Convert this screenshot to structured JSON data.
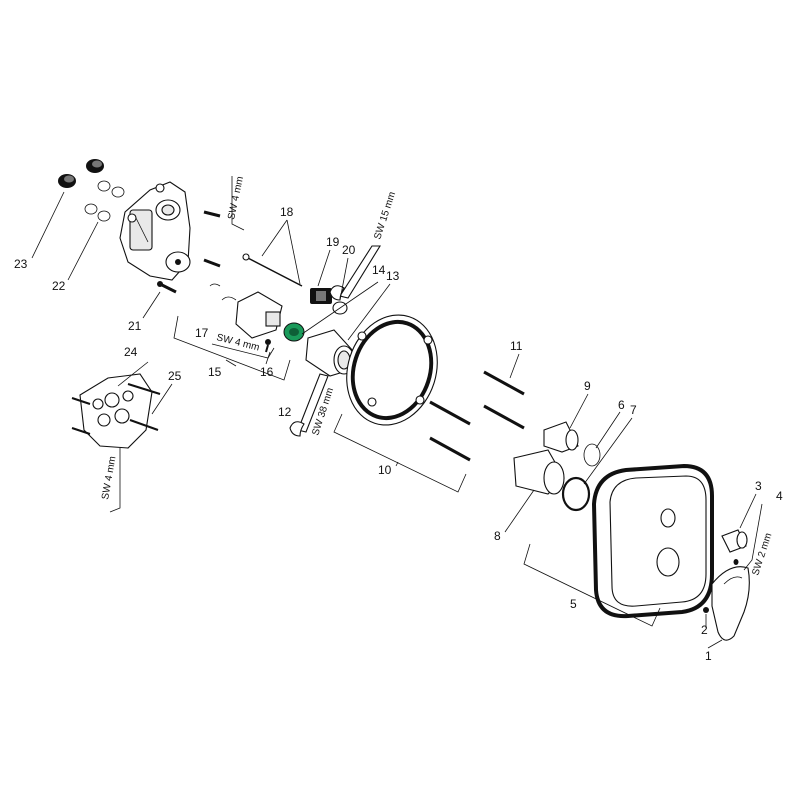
{
  "diagram": {
    "callouts": [
      "1",
      "2",
      "3",
      "4",
      "5",
      "6",
      "7",
      "8",
      "9",
      "10",
      "11",
      "12",
      "13",
      "14",
      "15",
      "16",
      "17",
      "18",
      "19",
      "20",
      "21",
      "22",
      "23",
      "24",
      "25"
    ],
    "tool_labels": {
      "sw4_top": "SW 4 mm",
      "sw15": "SW 15 mm",
      "sw4_mid": "SW 4 mm",
      "sw38": "SW 38 mm",
      "sw4_low": "SW 4 mm",
      "sw2": "SW 2 mm"
    },
    "accent_color": "#1a9a5a"
  }
}
